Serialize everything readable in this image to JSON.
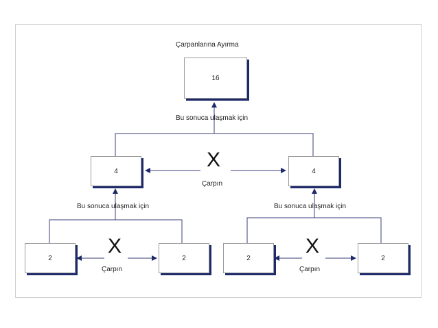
{
  "title": "Çarpanlarına Ayırma",
  "root": {
    "value": "16"
  },
  "reach_label": "Bu sonuca ulaşmak için",
  "multiply_symbol": "X",
  "multiply_label": "Çarpın",
  "level2": [
    {
      "value": "4"
    },
    {
      "value": "4"
    }
  ],
  "level3": [
    {
      "value": "2"
    },
    {
      "value": "2"
    },
    {
      "value": "2"
    },
    {
      "value": "2"
    }
  ],
  "colors": {
    "line": "#3a3f7a",
    "shadow": "#1f2a6b",
    "border": "#9a9a9a"
  }
}
